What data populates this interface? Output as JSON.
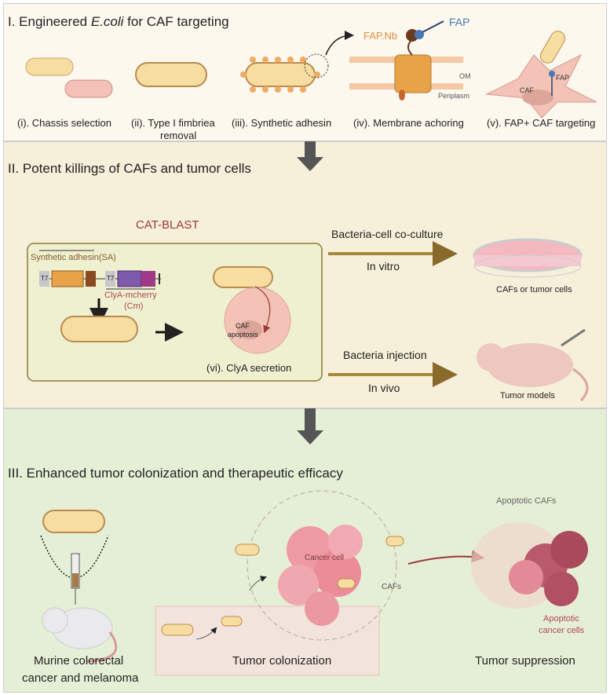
{
  "panel1": {
    "title_pre": "I. Engineered ",
    "title_em": "E.coli",
    "title_post": " for CAF targeting",
    "steps": [
      "(i). Chassis selection",
      "(ii). Type I fimbriea",
      "removal",
      "(iii). Synthetic adhesin",
      "(iv). Membrane achoring",
      "(v). FAP+ CAF targeting"
    ],
    "labels": {
      "fap_nb": "FAP.Nb",
      "fap": "FAP",
      "om": "OM",
      "periplasm": "Periplasm",
      "caf": "CAF",
      "fap2": "FAP"
    }
  },
  "panel2": {
    "title": "II. Potent killings of CAFs and tumor cells",
    "system": "CAT-BLAST",
    "construct": {
      "sa": "Synthetic adhesin(SA)",
      "t7a": "T7",
      "t7b": "T7",
      "clya1": "ClyA-mcherry",
      "clya2": "(Cm)"
    },
    "caf_apoptosis1": "CAF",
    "caf_apoptosis2": "apoptosis",
    "step6": "(vi). ClyA secretion",
    "coculture": "Bacteria-cell co-culture",
    "invitro": "In vitro",
    "cells": "CAFs or tumor cells",
    "injection": "Bacteria injection",
    "invivo": "In vivo",
    "models": "Tumor models"
  },
  "panel3": {
    "title": "III. Enhanced tumor colonization and therapeutic efficacy",
    "mouse1": "Murine colorectal",
    "mouse2": "cancer and melanoma",
    "colonization": "Tumor colonization",
    "cancer_cell": "Cancer cell",
    "cafs": "CAFs",
    "apoptotic_cafs": "Apoptotic CAFs",
    "apoptotic_cancer1": "Apoptotic",
    "apoptotic_cancer2": "cancer cells",
    "suppression": "Tumor suppression"
  },
  "colors": {
    "panel1": "#fcf8ee",
    "panel2": "#f6efd9",
    "panel3": "#e5efd6",
    "accent_red": "#9b3a3a",
    "fap_blue": "#4a78b5",
    "fap_nb_orange": "#e0913f",
    "arrow": "#8a6a2a"
  }
}
